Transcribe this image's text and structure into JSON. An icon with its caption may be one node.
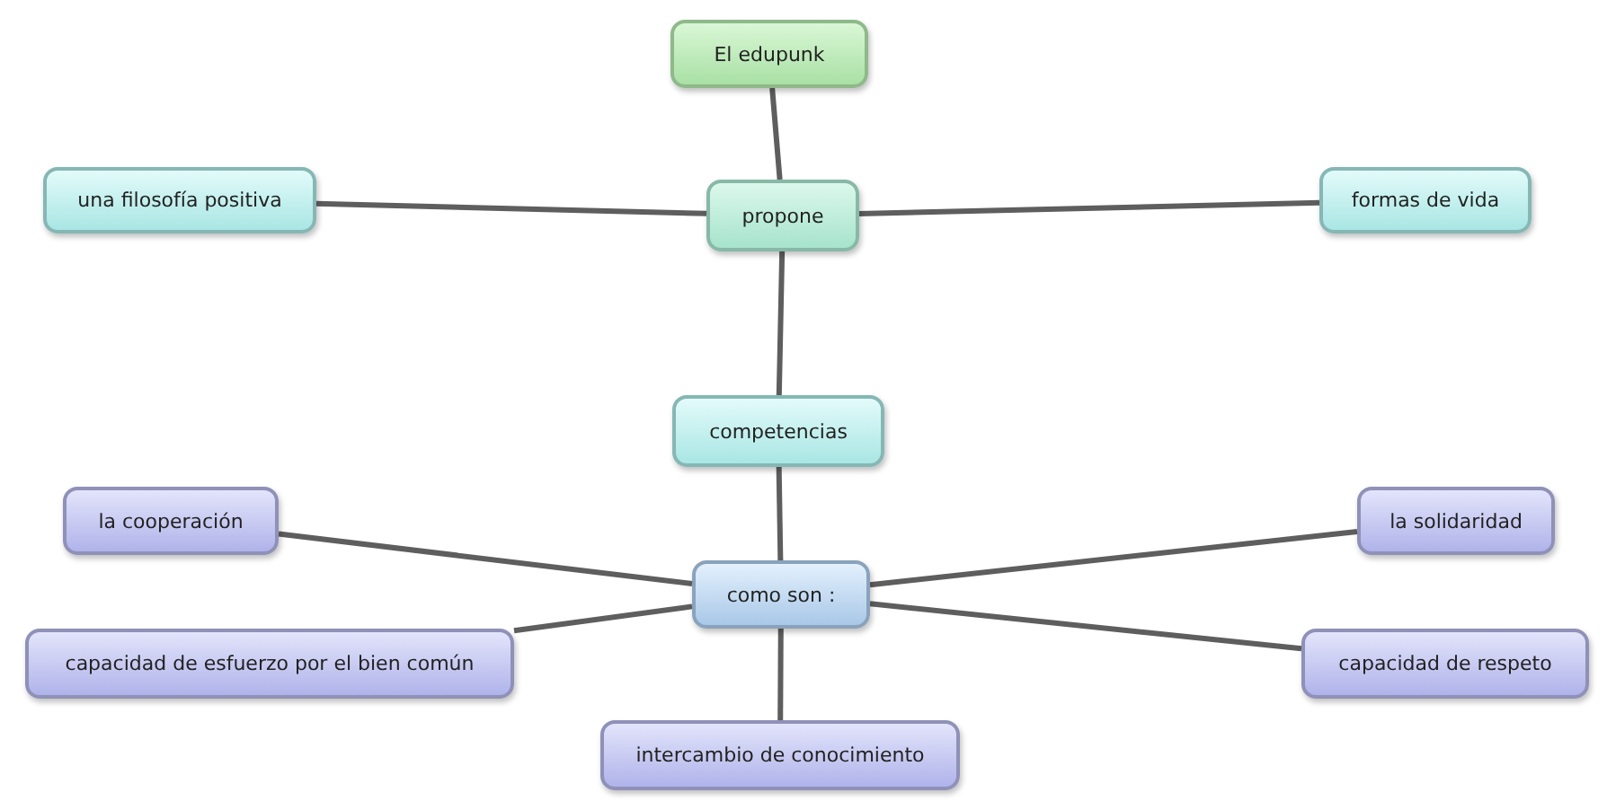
{
  "diagram": {
    "nodes": [
      {
        "text": [
          "El edupunk"
        ]
      },
      {
        "text": [
          "propone"
        ]
      },
      {
        "text": [
          "una filosofía positiva"
        ]
      },
      {
        "text": [
          "formas de vida"
        ]
      },
      {
        "text": [
          "competencias"
        ]
      },
      {
        "text": [
          "como son :"
        ]
      },
      {
        "text": [
          "la cooperación"
        ]
      },
      {
        "text": [
          "la solidaridad"
        ]
      },
      {
        "text": [
          "capacidad de esfuerzo por el bien común"
        ]
      },
      {
        "text": [
          "capacidad de respeto"
        ]
      },
      {
        "text": [
          "intercambio de conocimiento"
        ]
      }
    ],
    "edges": [
      {
        "from": 0,
        "to": 1,
        "arrow": "none"
      },
      {
        "from": 1,
        "to": 2,
        "arrow": "none"
      },
      {
        "from": 1,
        "to": 3,
        "arrow": "none"
      },
      {
        "from": 1,
        "to": 4,
        "arrow": "none"
      },
      {
        "from": 4,
        "to": 5,
        "arrow": "none"
      },
      {
        "from": 5,
        "to": 6,
        "arrow": "none"
      },
      {
        "from": 5,
        "to": 7,
        "arrow": "none"
      },
      {
        "from": 5,
        "to": 8,
        "arrow": "none"
      },
      {
        "from": 5,
        "to": 9,
        "arrow": "none"
      },
      {
        "from": 5,
        "to": 10,
        "arrow": "none"
      }
    ]
  }
}
